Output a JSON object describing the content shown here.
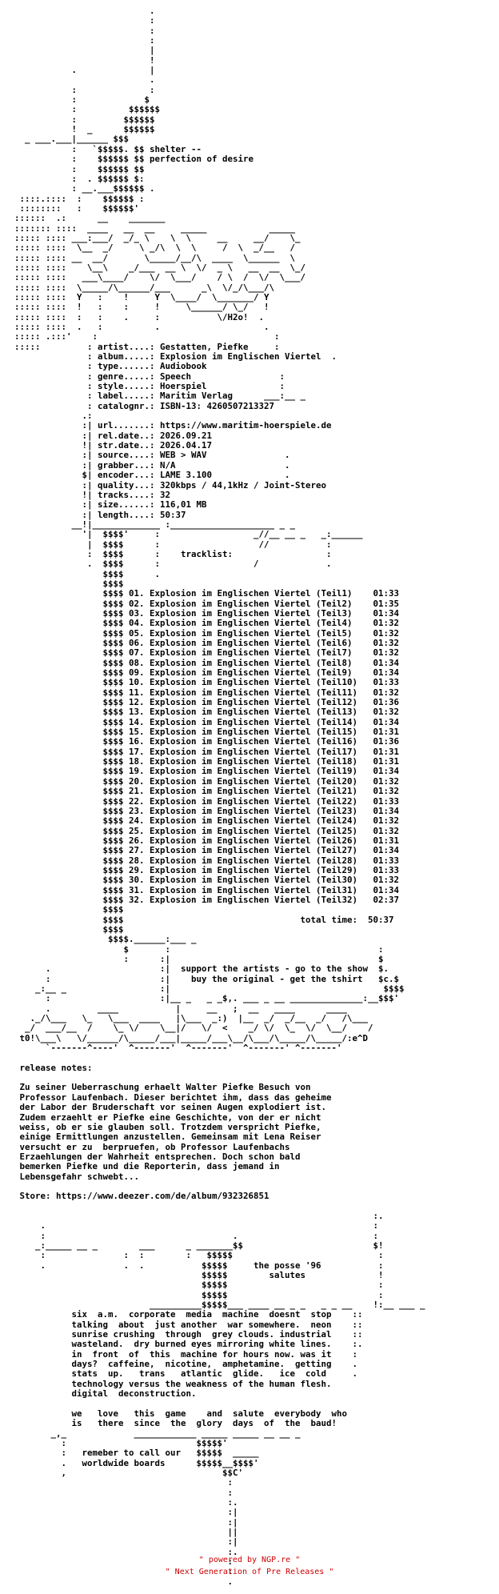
{
  "nfo_text": "                          .\n                          :\n                          :\n                          :\n                          |\n                          !\n           .              |\n                          .\n           :              :\n           :             $\n           :          $$$$$$\n           :         $$$$$$\n           !  _      $$$$$$\n  _ ___.___|______ $$$\n           :   `$$$$$. $$ shelter --\n           :    $$$$$$ $$ perfection of desire\n           :    $$$$$$ $$\n           :  . $$$$$$ $:\n           : __.___$$$$$$ .\n ::::.::::  :    $$$$$$ :\n ::::::::   :    $$$$$$'\n::::::  .:      __    _______\n::::::: ::::  ____   __  __     _____            _____\n::::: :::: ___:___/  _/_ \\    \\  \\     __     __/    \\_\n::::: ::::  \\__  _/     \\ _/\\  \\  \\     /  \\  _/__   /\n::::: :::: __  __/       \\_____/__/\\  ____  \\______  \\\n::::: ::::    \\__\\    _/___  __ \\  \\/  _ \\   __  __  \\_/\n::::: ::::   ___\\____/    \\/  \\___/    / \\  /  \\/  \\___/\n::::: ::::  \\_____/\\______/___      _\\  \\/_/\\___/\\\n::::: ::::  Y   :    !     Y  \\____/  \\_______/ Y\n::::: ::::  !   :    :     !     \\______/ \\_/   !\n::::: ::::  :   :    .     :           \\/H2o!  .\n::::: ::::  .   :          .                    .\n::::: .:::'    :                                  :\n:::::         : artist....: Gestatten, Piefke     :\n              : album.....: Explosion im Englischen Viertel  .\n              : type......: Audiobook\n              : genre.....: Speech                 :\n              : style.....: Hoerspiel              :\n              : label.....: Maritim Verlag      ___:__ _\n              : catalognr.: ISBN-13: 4260507213327\n             .:\n             :| url.......: https://www.maritim-hoerspiele.de\n             :| rel.date..: 2026.09.21\n             !| str.date..: 2026.04.17\n             :| source....: WEB > WAV               .\n             :| grabber...: N/A                     .\n             $| encoder...: LAME 3.100              .\n             :| quality...: 320kbps / 44,1kHz / Joint-Stereo\n             !| tracks....: 32\n             :| size......: 116,01 MB\n             :| length....: 50:37\n           __!|_____________ :____________________ _ _\n             '|  $$$$'     :                  _//__ __ _   _:______\n              |  $$$$      :                   //           :\n              :  $$$$      :    tracklist:                  :\n              .  $$$$      :                  /             .\n                 $$$$      .\n                 $$$$\n                 $$$$ 01. Explosion im Englischen Viertel (Teil1)    01:33\n                 $$$$ 02. Explosion im Englischen Viertel (Teil2)    01:35\n                 $$$$ 03. Explosion im Englischen Viertel (Teil3)    01:34\n                 $$$$ 04. Explosion im Englischen Viertel (Teil4)    01:32\n                 $$$$ 05. Explosion im Englischen Viertel (Teil5)    01:32\n                 $$$$ 06. Explosion im Englischen Viertel (Teil6)    01:32\n                 $$$$ 07. Explosion im Englischen Viertel (Teil7)    01:32\n                 $$$$ 08. Explosion im Englischen Viertel (Teil8)    01:34\n                 $$$$ 09. Explosion im Englischen Viertel (Teil9)    01:34\n                 $$$$ 10. Explosion im Englischen Viertel (Teil10)   01:33\n                 $$$$ 11. Explosion im Englischen Viertel (Teil11)   01:32\n                 $$$$ 12. Explosion im Englischen Viertel (Teil12)   01:36\n                 $$$$ 13. Explosion im Englischen Viertel (Teil13)   01:32\n                 $$$$ 14. Explosion im Englischen Viertel (Teil14)   01:34\n                 $$$$ 15. Explosion im Englischen Viertel (Teil15)   01:31\n                 $$$$ 16. Explosion im Englischen Viertel (Teil16)   01:36\n                 $$$$ 17. Explosion im Englischen Viertel (Teil17)   01:31\n                 $$$$ 18. Explosion im Englischen Viertel (Teil18)   01:31\n                 $$$$ 19. Explosion im Englischen Viertel (Teil19)   01:34\n                 $$$$ 20. Explosion im Englischen Viertel (Teil20)   01:32\n                 $$$$ 21. Explosion im Englischen Viertel (Teil21)   01:32\n                 $$$$ 22. Explosion im Englischen Viertel (Teil22)   01:33\n                 $$$$ 23. Explosion im Englischen Viertel (Teil23)   01:34\n                 $$$$ 24. Explosion im Englischen Viertel (Teil24)   01:32\n                 $$$$ 25. Explosion im Englischen Viertel (Teil25)   01:32\n                 $$$$ 26. Explosion im Englischen Viertel (Teil26)   01:31\n                 $$$$ 27. Explosion im Englischen Viertel (Teil27)   01:34\n                 $$$$ 28. Explosion im Englischen Viertel (Teil28)   01:33\n                 $$$$ 29. Explosion im Englischen Viertel (Teil29)   01:33\n                 $$$$ 30. Explosion im Englischen Viertel (Teil30)   01:32\n                 $$$$ 31. Explosion im Englischen Viertel (Teil31)   01:34\n                 $$$$ 32. Explosion im Englischen Viertel (Teil32)   02:37\n                 $$$$\n                 $$$$                                  total time:  50:37\n                 $$$$\n                  $$$$.______:___ _\n                     $       :                                        :\n                     :      :|                                        $\n      .                     :|  support the artists - go to the show  $.\n      :                     :|    buy the original - get the tshirt   $c.$\n    _:__ _                  :|                                         $$$$\n      :                     :|__ _   _ _$,. ___ _ __ ______________:__$$$'\n      .         ____           |     __   ;  __   ____      ____\n   ._/\\___   \\_   \\___  ____   |\\___  _:)  |__  _/  _/__  _/   /\\___\n  _/  ___/__  /    \\_ \\/    \\__|/   \\/  <    _/ \\/  \\_  \\/  \\__/    /\n t0!\\___\\   \\/______/\\_____/___|_____/___\\__/\\___/\\_____/\\_____/:e^D\n      `-------^----'  ^-------'  ^-------'  ^-------' ^-------'\n\n release notes:\n\n Zu seiner Ueberraschung erhaelt Walter Piefke Besuch von\n Professor Laufenbach. Dieser berichtet ihm, dass das geheime\n der Labor der Bruderschaft vor seinen Augen explodiert ist.\n Zudem erzaehlt er Piefke eine Geschichte, von der er nicht\n weiss, ob er sie glauben soll. Trotzdem verspricht Piefke,\n einige Ermittlungen anzustellen. Gemeinsam mit Lena Reiser\n versucht er zu  berpruefen, ob Professor Laufenbachs\n Erzaehlungen der Wahrheit entsprechen. Doch schon bald\n bemerken Piefke und die Reporterin, dass jemand in\n Lebensgefahr schwebt...\n\n Store: https://www.deezer.com/de/album/932326851\n\n                                                                     :.\n     .                                                               :\n     :                                    .                          :\n    _:_____ __ _        ___      _ _______$$                         $!\n     :               :  :        :   $$$$$                            :\n     .               .  .           $$$$$     the posse '96           :\n                                    $$$$$        salutes              !\n                                    $$$$$                             :\n                                    $$$$$                             :\n                          __________$$$$$___ ____ __ _ _   _ _ __    !:__ ___ _\n           six  a.m.  corporate  media  machine  doesnt  stop    ::\n           talking  about  just another  war somewhere.  neon    ::\n           sunrise crushing  through  grey clouds. industrial    ::\n           wasteland.  dry burned eyes mirroring white lines.    :.\n           in  front  of  this  machine for hours now. was it    :\n           days?  caffeine,  nicotine,  amphetamine.  getting    .\n           stats  up.   trans   atlantic  glide.   ice  cold     .\n           technology versus the weakness of the human flesh.\n           digital  deconstruction.\n\n           we   love   this  game    and  salute  everybody  who\n           is   there  since  the  glory  days  of  the  baud!\n       _,_             ____________ _____ _____ __ __ _\n         :                         $$$$$'\n         :   remeber to call our   $$$$$  _____\n         .   worldwide boards      $$$$$__$$$$'\n         ,                              $$C'\n                                         :\n                                         :\n                                         :.\n                                         :|\n                                         :|\n                                         ||\n                                         :|\n                                         :.\n                                         :\n                                         :\n                                         .",
  "footer": {
    "line1": "\" powered by NGP.re \"",
    "line2": "\" Next Generation of Pre Releases \""
  },
  "colors": {
    "text": "#000000",
    "footer": "#cc0000",
    "background": "#ffffff"
  }
}
